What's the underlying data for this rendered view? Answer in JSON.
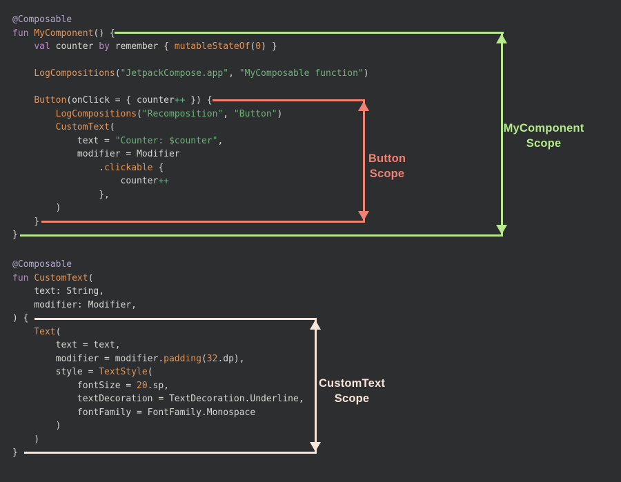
{
  "colors": {
    "bg": "#2c2e30",
    "annotation": "#b4a8c8",
    "keyword": "#bd88c6",
    "function": "#e0955a",
    "string": "#6fb179",
    "number": "#e2935a",
    "operator": "#62b182",
    "text": "#d5d7d3",
    "arrow_green": "#b5e98b",
    "arrow_salmon": "#ef8273",
    "arrow_cream": "#f8e5da"
  },
  "code_blocks": [
    {
      "name": "MyComponent",
      "lines": [
        [
          [
            "ann",
            "@Composable"
          ]
        ],
        [
          [
            "kw",
            "fun "
          ],
          [
            "fn",
            "MyComponent"
          ],
          [
            "txt",
            "() {"
          ]
        ],
        [
          [
            "txt",
            "    "
          ],
          [
            "kw",
            "val "
          ],
          [
            "txt",
            "counter "
          ],
          [
            "kw",
            "by "
          ],
          [
            "txt",
            "remember { "
          ],
          [
            "fn",
            "mutableStateOf"
          ],
          [
            "txt",
            "("
          ],
          [
            "num",
            "0"
          ],
          [
            "txt",
            ") }"
          ]
        ],
        [],
        [
          [
            "txt",
            "    "
          ],
          [
            "fn",
            "LogCompositions"
          ],
          [
            "txt",
            "("
          ],
          [
            "str",
            "\"JetpackCompose.app\""
          ],
          [
            "txt",
            ", "
          ],
          [
            "str",
            "\"MyComposable function\""
          ],
          [
            "txt",
            ")"
          ]
        ],
        [],
        [
          [
            "txt",
            "    "
          ],
          [
            "fn",
            "Button"
          ],
          [
            "txt",
            "(onClick = { counter"
          ],
          [
            "op",
            "++"
          ],
          [
            "txt",
            " }) {"
          ]
        ],
        [
          [
            "txt",
            "        "
          ],
          [
            "fn",
            "LogCompositions"
          ],
          [
            "txt",
            "("
          ],
          [
            "str",
            "\"Recomposition\""
          ],
          [
            "txt",
            ", "
          ],
          [
            "str",
            "\"Button\""
          ],
          [
            "txt",
            ")"
          ]
        ],
        [
          [
            "txt",
            "        "
          ],
          [
            "fn",
            "CustomText"
          ],
          [
            "txt",
            "("
          ]
        ],
        [
          [
            "txt",
            "            text = "
          ],
          [
            "str",
            "\"Counter: $counter\""
          ],
          [
            "txt",
            ","
          ]
        ],
        [
          [
            "txt",
            "            modifier = Modifier"
          ]
        ],
        [
          [
            "txt",
            "                ."
          ],
          [
            "fn",
            "clickable"
          ],
          [
            "txt",
            " {"
          ]
        ],
        [
          [
            "txt",
            "                    counter"
          ],
          [
            "op",
            "++"
          ]
        ],
        [
          [
            "txt",
            "                },"
          ]
        ],
        [
          [
            "txt",
            "        )"
          ]
        ],
        [
          [
            "txt",
            "    }"
          ]
        ],
        [
          [
            "txt",
            "}"
          ]
        ]
      ]
    },
    {
      "name": "CustomText",
      "lines": [
        [
          [
            "ann",
            "@Composable"
          ]
        ],
        [
          [
            "kw",
            "fun "
          ],
          [
            "fn",
            "CustomText"
          ],
          [
            "txt",
            "("
          ]
        ],
        [
          [
            "txt",
            "    text: String,"
          ]
        ],
        [
          [
            "txt",
            "    modifier: Modifier,"
          ]
        ],
        [
          [
            "txt",
            ") {"
          ]
        ],
        [
          [
            "txt",
            "    "
          ],
          [
            "fn",
            "Text"
          ],
          [
            "txt",
            "("
          ]
        ],
        [
          [
            "txt",
            "        text = text,"
          ]
        ],
        [
          [
            "txt",
            "        modifier = modifier."
          ],
          [
            "fn",
            "padding"
          ],
          [
            "txt",
            "("
          ],
          [
            "num",
            "32"
          ],
          [
            "txt",
            ".dp),"
          ]
        ],
        [
          [
            "txt",
            "        style = "
          ],
          [
            "fn",
            "TextStyle"
          ],
          [
            "txt",
            "("
          ]
        ],
        [
          [
            "txt",
            "            fontSize = "
          ],
          [
            "num",
            "20"
          ],
          [
            "txt",
            ".sp,"
          ]
        ],
        [
          [
            "txt",
            "            textDecoration = TextDecoration.Underline,"
          ]
        ],
        [
          [
            "txt",
            "            fontFamily = FontFamily.Monospace"
          ]
        ],
        [
          [
            "txt",
            "        )"
          ]
        ],
        [
          [
            "txt",
            "    )"
          ]
        ],
        [
          [
            "txt",
            "}"
          ]
        ]
      ]
    }
  ],
  "scope_labels": {
    "mycomponent": {
      "line1": "MyComponent",
      "line2": "Scope"
    },
    "button": {
      "line1": "Button",
      "line2": "Scope"
    },
    "customtext": {
      "line1": "CustomText",
      "line2": "Scope"
    }
  }
}
